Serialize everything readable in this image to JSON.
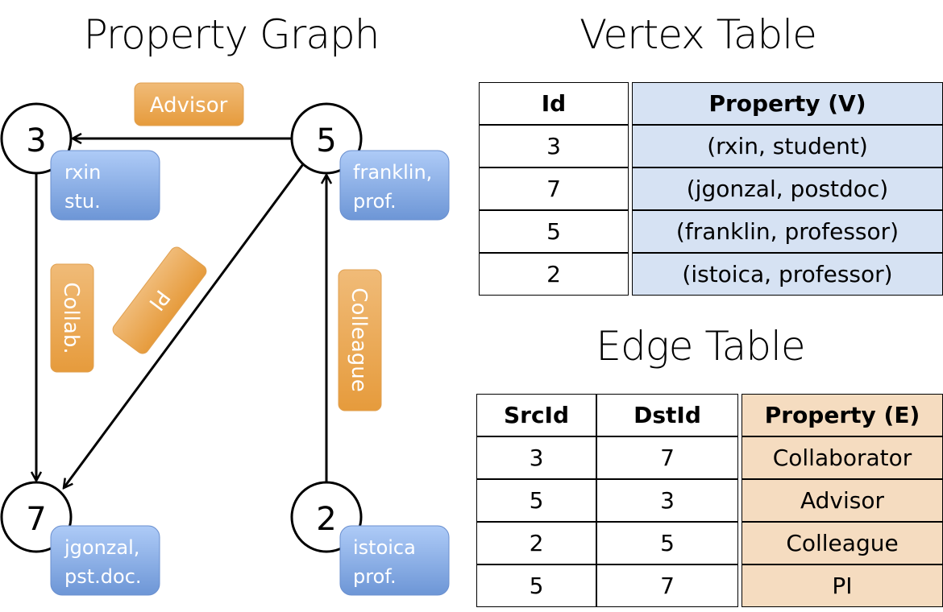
{
  "graph": {
    "title": "Property Graph",
    "vertices": [
      {
        "id": "3",
        "line1": "rxin",
        "line2": "stu."
      },
      {
        "id": "5",
        "line1": "franklin,",
        "line2": "prof."
      },
      {
        "id": "7",
        "line1": "jgonzal,",
        "line2": "pst.doc."
      },
      {
        "id": "2",
        "line1": "istoica",
        "line2": "prof."
      }
    ],
    "edge_labels": {
      "advisor": "Advisor",
      "collab": "Collab.",
      "pi": "PI",
      "colleague": "Colleague"
    },
    "colors": {
      "vertex_label": "#7fa3e0",
      "edge_label": "#eba54f"
    }
  },
  "vertex_table": {
    "title": "Vertex Table",
    "headers": [
      "Id",
      "Property (V)"
    ],
    "rows": [
      [
        "3",
        "(rxin, student)"
      ],
      [
        "7",
        "(jgonzal, postdoc)"
      ],
      [
        "5",
        "(franklin, professor)"
      ],
      [
        "2",
        "(istoica, professor)"
      ]
    ],
    "color": "#d6e2f3"
  },
  "edge_table": {
    "title": "Edge Table",
    "headers": [
      "SrcId",
      "DstId",
      "Property (E)"
    ],
    "rows": [
      [
        "3",
        "7",
        "Collaborator"
      ],
      [
        "5",
        "3",
        "Advisor"
      ],
      [
        "2",
        "5",
        "Colleague"
      ],
      [
        "5",
        "7",
        "PI"
      ]
    ],
    "color": "#f5dcc0"
  }
}
